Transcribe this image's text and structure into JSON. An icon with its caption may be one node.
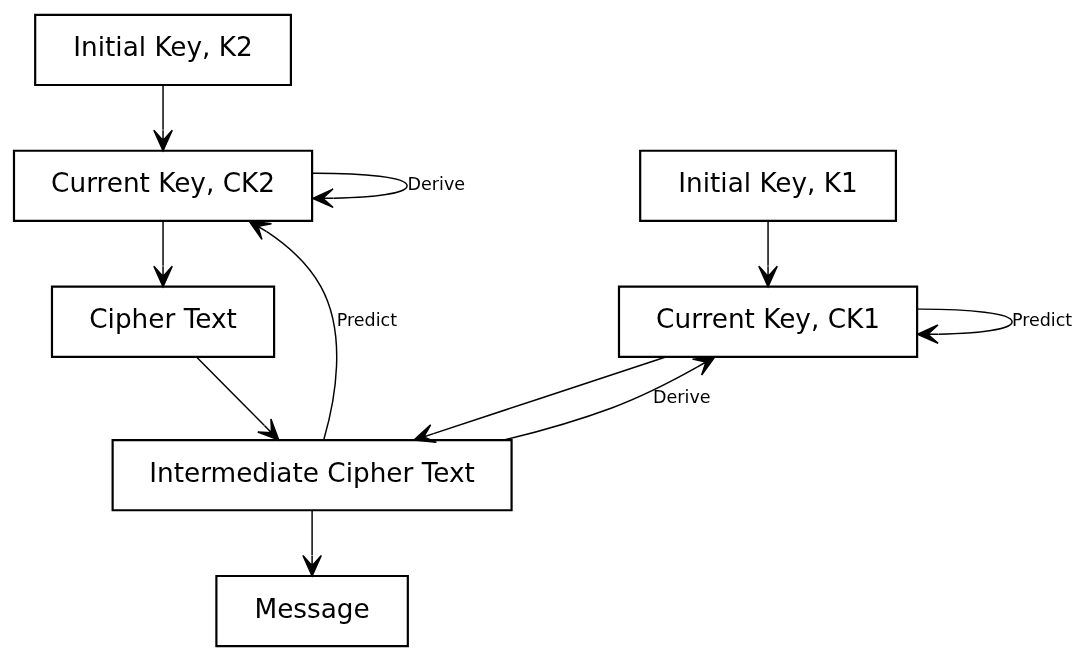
{
  "diagram": {
    "nodes": [
      {
        "text": [
          "Initial Key, K2"
        ]
      },
      {
        "text": [
          "Cipher Text"
        ]
      },
      {
        "text": [
          "Current Key, CK2"
        ]
      },
      {
        "text": [
          "Intermediate Cipher Text"
        ]
      },
      {
        "text": [
          "Current Key, CK1"
        ]
      },
      {
        "text": [
          "Message"
        ]
      },
      {
        "text": [
          "Initial Key, K1"
        ]
      }
    ],
    "edges": [
      {
        "from": 0,
        "to": 2,
        "arrow": "to"
      },
      {
        "from": 2,
        "to": 1,
        "arrow": "to"
      },
      {
        "from": 2,
        "to": 2,
        "arrow": "to",
        "label": "Derive"
      },
      {
        "from": 1,
        "to": 3,
        "arrow": "to"
      },
      {
        "from": 3,
        "to": 2,
        "arrow": "to",
        "label": "Predict"
      },
      {
        "from": 4,
        "to": 3,
        "arrow": "to"
      },
      {
        "from": 3,
        "to": 4,
        "arrow": "to",
        "label": "Derive"
      },
      {
        "from": 4,
        "to": 4,
        "arrow": "to",
        "label": "Predict"
      },
      {
        "from": 6,
        "to": 4,
        "arrow": "to"
      },
      {
        "from": 3,
        "to": 5,
        "arrow": "to"
      }
    ]
  }
}
